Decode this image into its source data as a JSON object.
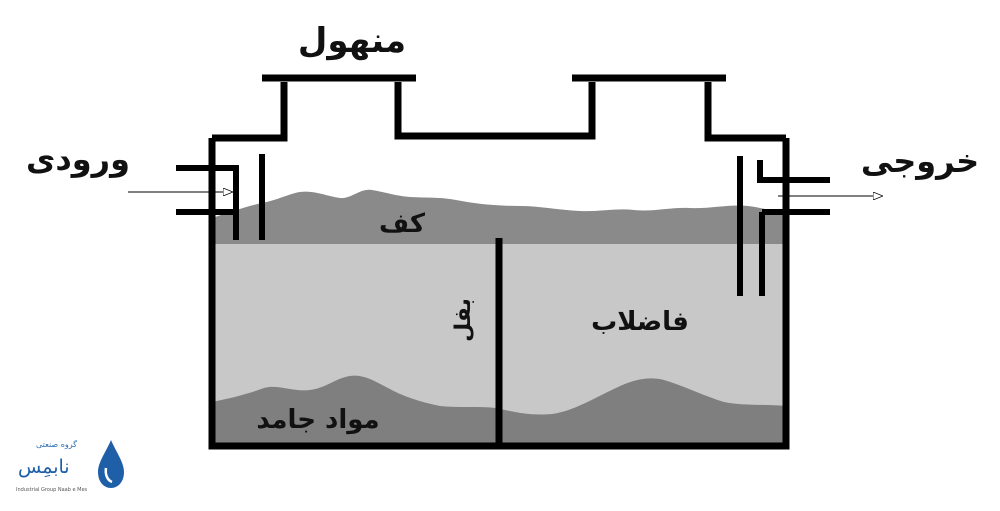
{
  "labels": {
    "manhole": "منهول",
    "inlet": "ورودی",
    "outlet": "خروجی",
    "scum": "کف",
    "baffle": "بفل",
    "wastewater": "فاضلاب",
    "solids": "مواد جامد"
  },
  "logo": {
    "name": "نابمِس",
    "tagline": "گروه صنعتی",
    "subtitle": "Industrial Group Naab e Mes"
  },
  "colors": {
    "liquid": "#c8c8c8",
    "scum": "#8a8a8a",
    "sludge": "#7f7f7f",
    "outline": "#000000",
    "logo_blue": "#1f5fa8"
  }
}
